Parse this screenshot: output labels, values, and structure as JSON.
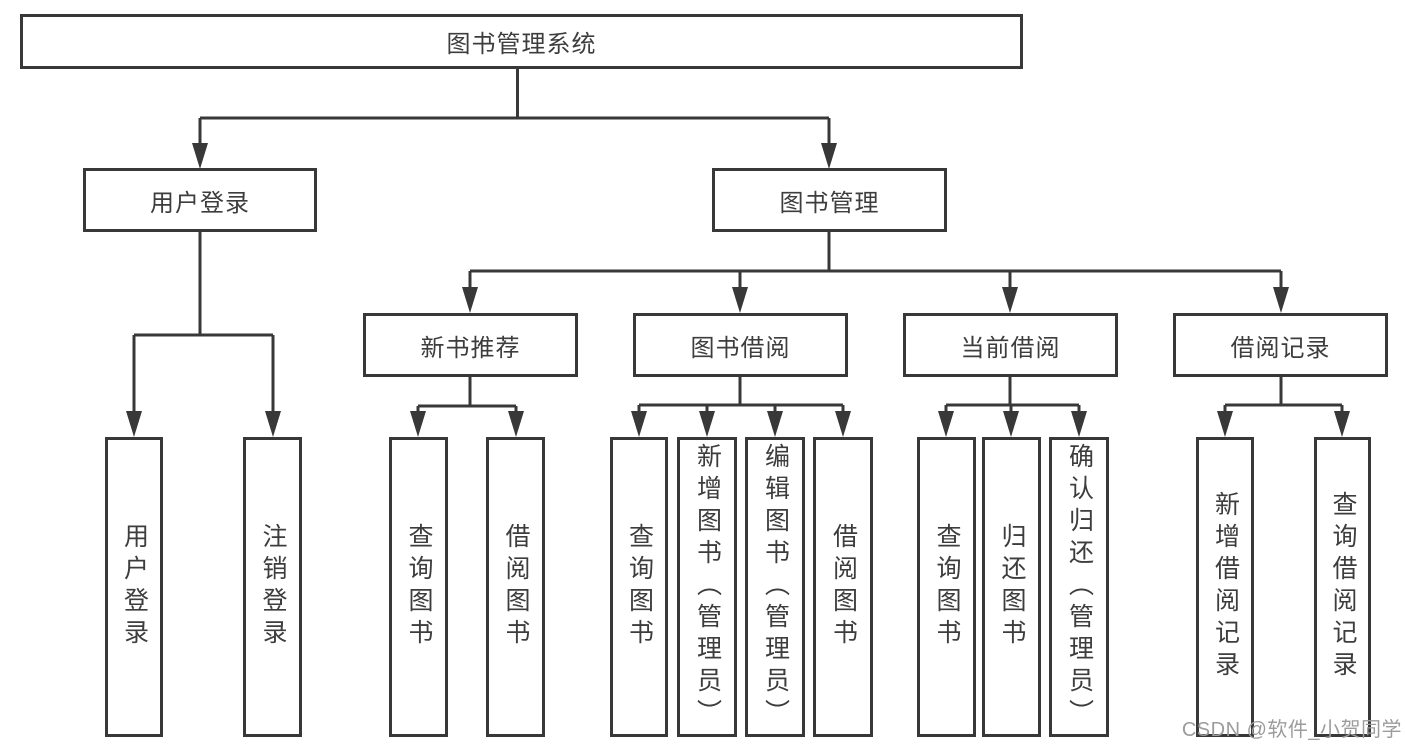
{
  "tree": {
    "label": "图书管理系统",
    "children": [
      {
        "label": "用户登录",
        "children": [
          {
            "label": "用户登录"
          },
          {
            "label": "注销登录"
          }
        ]
      },
      {
        "label": "图书管理",
        "children": [
          {
            "label": "新书推荐",
            "children": [
              {
                "label": "查询图书"
              },
              {
                "label": "借阅图书"
              }
            ]
          },
          {
            "label": "图书借阅",
            "children": [
              {
                "label": "查询图书"
              },
              {
                "label": "新增图书（管理员）"
              },
              {
                "label": "编辑图书（管理员）"
              },
              {
                "label": "借阅图书"
              }
            ]
          },
          {
            "label": "当前借阅",
            "children": [
              {
                "label": "查询图书"
              },
              {
                "label": "归还图书"
              },
              {
                "label": "确认归还（管理员）"
              }
            ]
          },
          {
            "label": "借阅记录",
            "children": [
              {
                "label": "新增借阅记录"
              },
              {
                "label": "查询借阅记录"
              }
            ]
          }
        ]
      }
    ]
  },
  "watermark": {
    "text": "CSDN @软件_小贺同学"
  },
  "colors": {
    "line": "#383838",
    "text": "#3d3d3d",
    "watermark": "#9c9c9c",
    "background": "#ffffff"
  }
}
